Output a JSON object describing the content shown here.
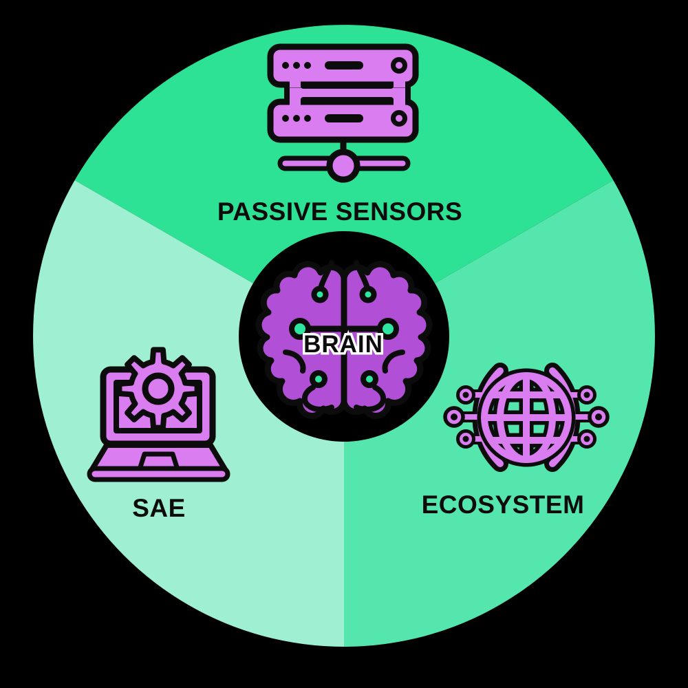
{
  "diagram": {
    "type": "three-segment circular infographic",
    "title_visible": false
  },
  "colors": {
    "background": "#000000",
    "segment_top": "#2de294",
    "segment_right": "#55e6ae",
    "segment_left": "#9fefd2",
    "icon_purple": "#d97df0",
    "brain_purple": "#b14fd6",
    "node_green": "#2ee6a0",
    "outline_black": "#0c0c0c",
    "label_text": "#0c0c0c",
    "label_outline": "#ffffff"
  },
  "center": {
    "label": "BRAIN",
    "icon": "brain-circuit-icon"
  },
  "segments": [
    {
      "id": "passive-sensors",
      "label": "PASSIVE SENSORS",
      "icon": "server-network-icon",
      "position": "top"
    },
    {
      "id": "ecosystem",
      "label": "ECOSYSTEM",
      "icon": "globe-circuit-icon",
      "position": "bottom-right"
    },
    {
      "id": "sae",
      "label": "SAE",
      "icon": "laptop-gear-icon",
      "position": "bottom-left"
    }
  ]
}
